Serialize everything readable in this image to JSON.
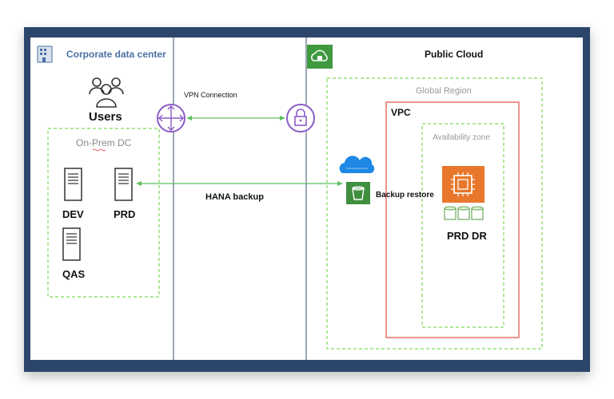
{
  "diagram": {
    "corporate_header": "Corporate data center",
    "cloud_header": "Public Cloud",
    "users_label": "Users",
    "onprem_label": "On-Prem DC",
    "servers": {
      "dev": "DEV",
      "prd": "PRD",
      "qas": "QAS"
    },
    "vpn_label": "VPN Connection",
    "hana_label": "HANA backup",
    "global_region_label": "Global Region",
    "vpc_label": "VPC",
    "az_label": "Availability zone",
    "backup_restore_label": "Backup restore",
    "prd_dr_label": "PRD DR"
  },
  "colors": {
    "frame": "#2c466b",
    "green_dashed": "#7ed957",
    "arrow_green": "#4caf50",
    "vpc_red": "#e8706a",
    "purple": "#8a5cc7",
    "ec2_orange": "#e8772b",
    "s3_green": "#3f8f3f",
    "corp_blue": "#4a6fa3"
  },
  "icons": [
    "building-icon",
    "cloud-lock-icon",
    "users-icon",
    "server-icon",
    "router-icon",
    "vpn-lock-icon",
    "cloud-icon",
    "s3-bucket-icon",
    "ec2-chip-icon",
    "ebs-volume-icon"
  ]
}
